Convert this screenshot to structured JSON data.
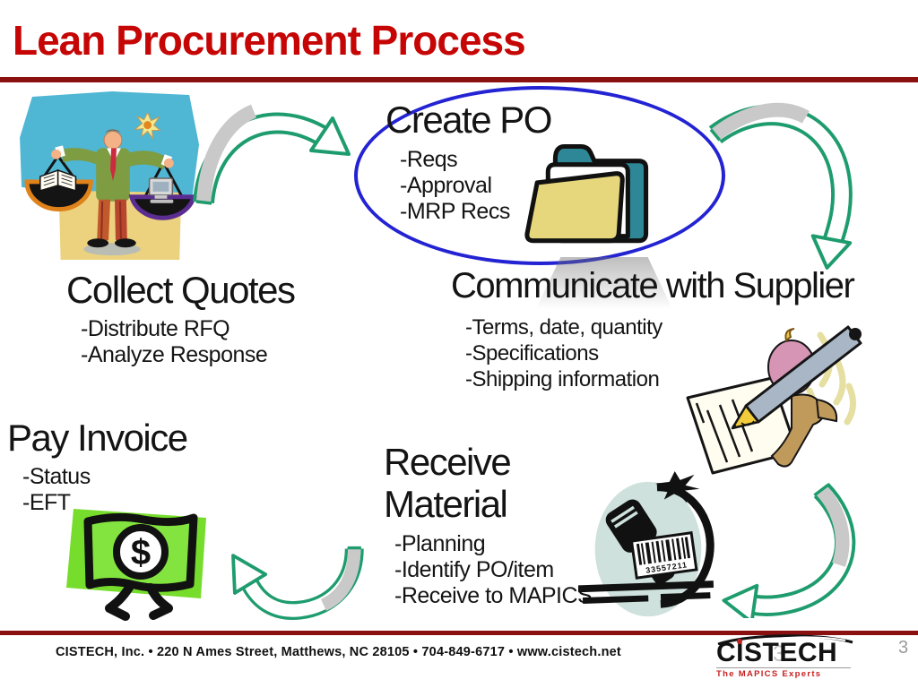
{
  "slide": {
    "title": "Lean Procurement Process"
  },
  "steps": {
    "create_po": {
      "heading": "Create PO",
      "bullets": [
        "-Reqs",
        "-Approval",
        "-MRP Recs"
      ]
    },
    "collect_quotes": {
      "heading": "Collect Quotes",
      "bullets": [
        "-Distribute RFQ",
        "-Analyze Response"
      ]
    },
    "communicate_with_supplier": {
      "heading": "Communicate with Supplier",
      "bullets": [
        "-Terms, date, quantity",
        "-Specifications",
        "-Shipping information"
      ]
    },
    "pay_invoice": {
      "heading": "Pay Invoice",
      "bullets": [
        "-Status",
        "-EFT"
      ]
    },
    "receive_material": {
      "heading_line1": "Receive",
      "heading_line2": "Material",
      "bullets": [
        "-Planning",
        "-Identify PO/item",
        "-Receive to MAPICS"
      ]
    }
  },
  "clipart": {
    "barcode_number": "33557211",
    "dollar_sign": "$"
  },
  "footer": {
    "contact_line": "CISTECH, Inc.  •  220 N Ames Street, Matthews, NC 28105  •  704-849-6717  •  www.cistech.net",
    "logo_text": "CISTECH",
    "logo_tagline": "The MAPICS Experts",
    "page_number": "3"
  },
  "colors": {
    "title_red": "#C60505",
    "rule_maroon": "#8B1111",
    "ellipse_blue": "#2323D3",
    "arrow_green": "#1E9C6E",
    "arrow_shade_gray": "#C9C9C9",
    "money_green": "#76DD2C",
    "folder_teal": "#2E8796",
    "folder_yellow": "#E6D77D",
    "scanner_bg": "#CEE1DC"
  }
}
